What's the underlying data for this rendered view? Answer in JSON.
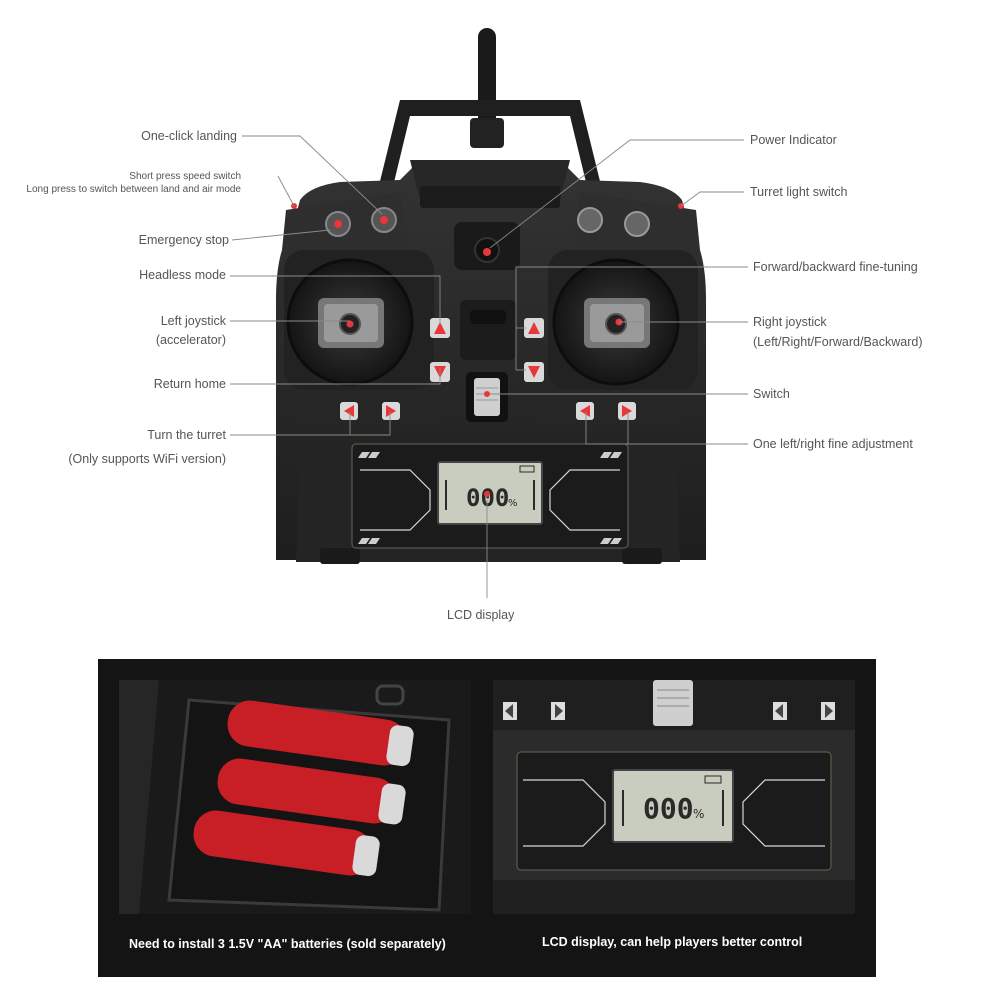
{
  "labels": {
    "one_click_landing": "One-click landing",
    "speed_switch_line1": "Short press speed switch",
    "speed_switch_line2": "Long press to switch between land and air mode",
    "emergency_stop": "Emergency stop",
    "headless_mode": "Headless mode",
    "left_joystick_line1": "Left joystick",
    "left_joystick_line2": "(accelerator)",
    "return_home": "Return home",
    "turn_turret_line1": "Turn the turret",
    "turn_turret_line2": "(Only supports WiFi version)",
    "power_indicator": "Power Indicator",
    "turret_light_switch": "Turret light switch",
    "forward_backward_fine_tuning": "Forward/backward fine-tuning",
    "right_joystick_line1": "Right joystick",
    "right_joystick_line2": "(Left/Right/Forward/Backward)",
    "switch": "Switch",
    "left_right_fine_adjustment": "One left/right fine adjustment",
    "lcd_display": "LCD display"
  },
  "lcd": {
    "reading": "000",
    "unit": "%"
  },
  "captions": {
    "batteries": "Need to install 3 1.5V \"AA\" batteries (sold separately)",
    "lcd": "LCD display, can help players better control"
  },
  "colors": {
    "accent_dot": "#e8373a",
    "body": "#2a2a2a",
    "lcd_screen": "#c9cdbf",
    "battery": "#c81e25"
  }
}
